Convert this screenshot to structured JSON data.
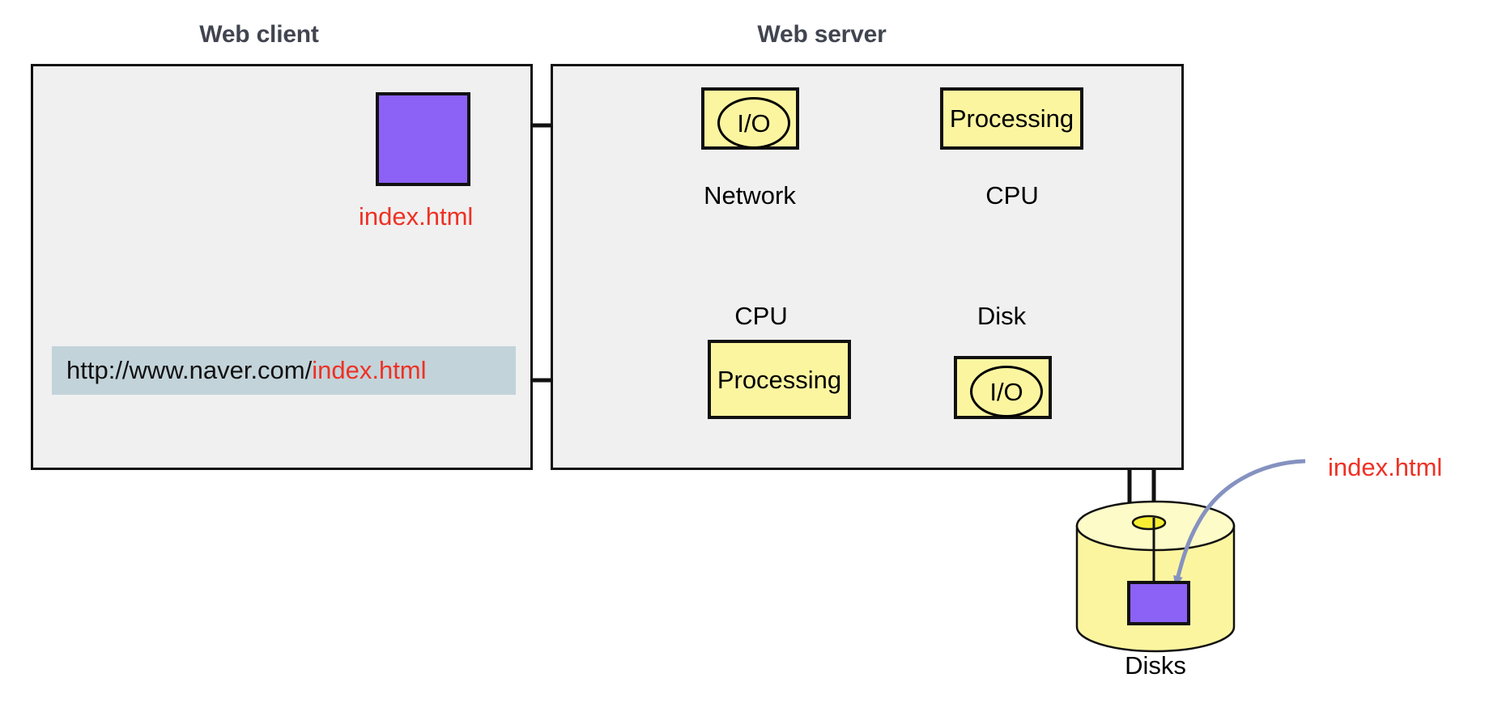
{
  "diagram": {
    "title_client": "Web client",
    "title_server": "Web server",
    "client": {
      "file_block_label": "index.html",
      "url_base": "http://www.naver.com/",
      "url_file": "index.html"
    },
    "server": {
      "network_box_label": "I/O",
      "network_caption": "Network",
      "cpu_out_box_label": "Processing",
      "cpu_out_caption": "CPU",
      "cpu_in_box_label": "Processing",
      "cpu_in_caption": "CPU",
      "disk_io_box_label": "I/O",
      "disk_io_caption": "Disk"
    },
    "storage": {
      "caption": "Disks",
      "file_annotation": "index.html"
    },
    "colors": {
      "frame_fill": "#f0f0f0",
      "frame_stroke": "#111111",
      "component_fill": "#fcf5a0",
      "file_block_fill": "#8c61f5",
      "url_bar_fill": "#c3d3da",
      "accent_red": "#ee3124",
      "title_gray": "#414550",
      "disk_body": "#fcf5a0",
      "disk_top": "#fdfbc8",
      "disk_marker": "#f7ee33",
      "annotation_arrow": "#8592c0"
    }
  }
}
